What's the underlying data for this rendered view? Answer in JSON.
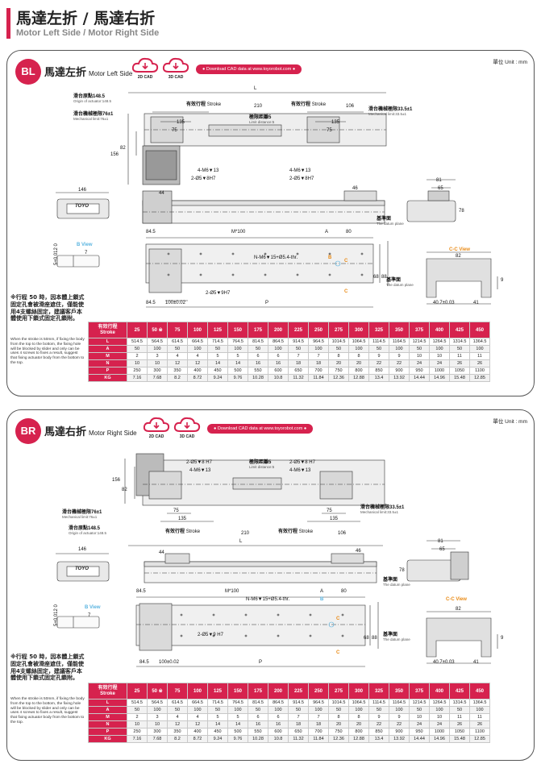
{
  "header": {
    "title": "馬達左折 / 馬達右折",
    "subtitle": "Motor Left Side / Motor Right Side"
  },
  "colors": {
    "accent": "#d6224e",
    "orange": "#e98a15",
    "gray": "#888888"
  },
  "common": {
    "cad_2d": "2D CAD",
    "cad_3d": "3D CAD",
    "download": "● Download CAD data at www.toyorobot.com ●",
    "unit": "單位 Unit : mm",
    "origin_zh": "滑台原點148.5",
    "origin_en": "Origin of actuator:148.5",
    "mech_zh": "滑台機械極限76±1",
    "mech_en": "Mechanical limit:76±1",
    "mech2_zh": "滑台機械極限33.5±1",
    "mech2_en": "Mechanical limit:33.5±1",
    "stroke_zh": "有效行程",
    "stroke_en": "Stroke",
    "limit_zh": "極限距離5",
    "limit_en": "Limit distance:5",
    "d210": "210",
    "d106": "106",
    "d135": "135",
    "d75": "75",
    "d82": "82",
    "d156": "156",
    "d146": "146",
    "d44": "44",
    "d46": "46",
    "d81": "81",
    "d65": "65",
    "d78": "78",
    "dL": "L",
    "tap_m6": "4-M6▼13",
    "pin_a": "2-Ø5▼8H7",
    "pin_b": "2-Ø5▼8 H7",
    "datum_zh": "基準面",
    "datum_en": "The datum plane",
    "d84_5": "84.5",
    "dM100": "M*100",
    "dA": "A",
    "d80": "80",
    "nm6": "N-M6▼15+Ø5.4-thr.",
    "b_view": "B View",
    "dB": "B",
    "dC": "C",
    "d7": "7",
    "d5tol": "5+0.012 0",
    "d68": "68",
    "d88": "88",
    "pin_9": "2-Ø5▼9H7",
    "pin_9b": "2-Ø5▼9 H7",
    "d100tol": "100±0.02",
    "dP": "P",
    "cc_view": "C-C View",
    "d40_7": "40.7±0.03",
    "d41": "41",
    "d9": "9",
    "note_zh": "※行程 50 時，因本體上鎖式固定孔會被滑座遮住，僅能使用4支螺絲固定，建議客戶本體使用下鎖式固定孔鎖附。",
    "note_en": "When the stroke is 50mm, if fixing the body from the top to the bottom, the fixing hole will be blocked by slider and only can be uses 4 screws to fixes a result, suggest that fixing actuator body from the bottom to the top.",
    "logo": "TOYO"
  },
  "section_left": {
    "badge": "BL",
    "title_zh": "馬達左折",
    "title_en": "Motor Left Side"
  },
  "section_right": {
    "badge": "BR",
    "title_zh": "馬達右折",
    "title_en": "Motor Right Side"
  },
  "spec_table": {
    "header_zh": "有效行程",
    "header_en": "Stroke",
    "strokes": [
      "25",
      "50 ※",
      "75",
      "100",
      "125",
      "150",
      "175",
      "200",
      "225",
      "250",
      "275",
      "300",
      "325",
      "350",
      "375",
      "400",
      "425",
      "450"
    ],
    "rows": [
      {
        "label": "L",
        "values": [
          "514.5",
          "564.5",
          "614.5",
          "664.5",
          "714.5",
          "764.5",
          "814.5",
          "864.5",
          "914.5",
          "964.5",
          "1014.5",
          "1064.5",
          "1114.5",
          "1164.5",
          "1214.5",
          "1264.5",
          "1314.5",
          "1364.5"
        ]
      },
      {
        "label": "A",
        "values": [
          "50",
          "100",
          "50",
          "100",
          "50",
          "100",
          "50",
          "100",
          "50",
          "100",
          "50",
          "100",
          "50",
          "100",
          "50",
          "100",
          "50",
          "100"
        ]
      },
      {
        "label": "M",
        "values": [
          "2",
          "3",
          "4",
          "4",
          "5",
          "5",
          "6",
          "6",
          "7",
          "7",
          "8",
          "8",
          "9",
          "9",
          "10",
          "10",
          "11",
          "11"
        ]
      },
      {
        "label": "N",
        "values": [
          "10",
          "10",
          "12",
          "12",
          "14",
          "14",
          "16",
          "16",
          "18",
          "18",
          "20",
          "20",
          "22",
          "22",
          "24",
          "24",
          "26",
          "26"
        ]
      },
      {
        "label": "P",
        "values": [
          "250",
          "300",
          "350",
          "400",
          "450",
          "500",
          "550",
          "600",
          "650",
          "700",
          "750",
          "800",
          "850",
          "900",
          "950",
          "1000",
          "1050",
          "1100"
        ]
      },
      {
        "label": "KG",
        "values": [
          "7.16",
          "7.68",
          "8.2",
          "8.72",
          "9.24",
          "9.76",
          "10.28",
          "10.8",
          "11.32",
          "11.84",
          "12.36",
          "12.88",
          "13.4",
          "13.92",
          "14.44",
          "14.96",
          "15.48",
          "12.85"
        ]
      }
    ]
  }
}
